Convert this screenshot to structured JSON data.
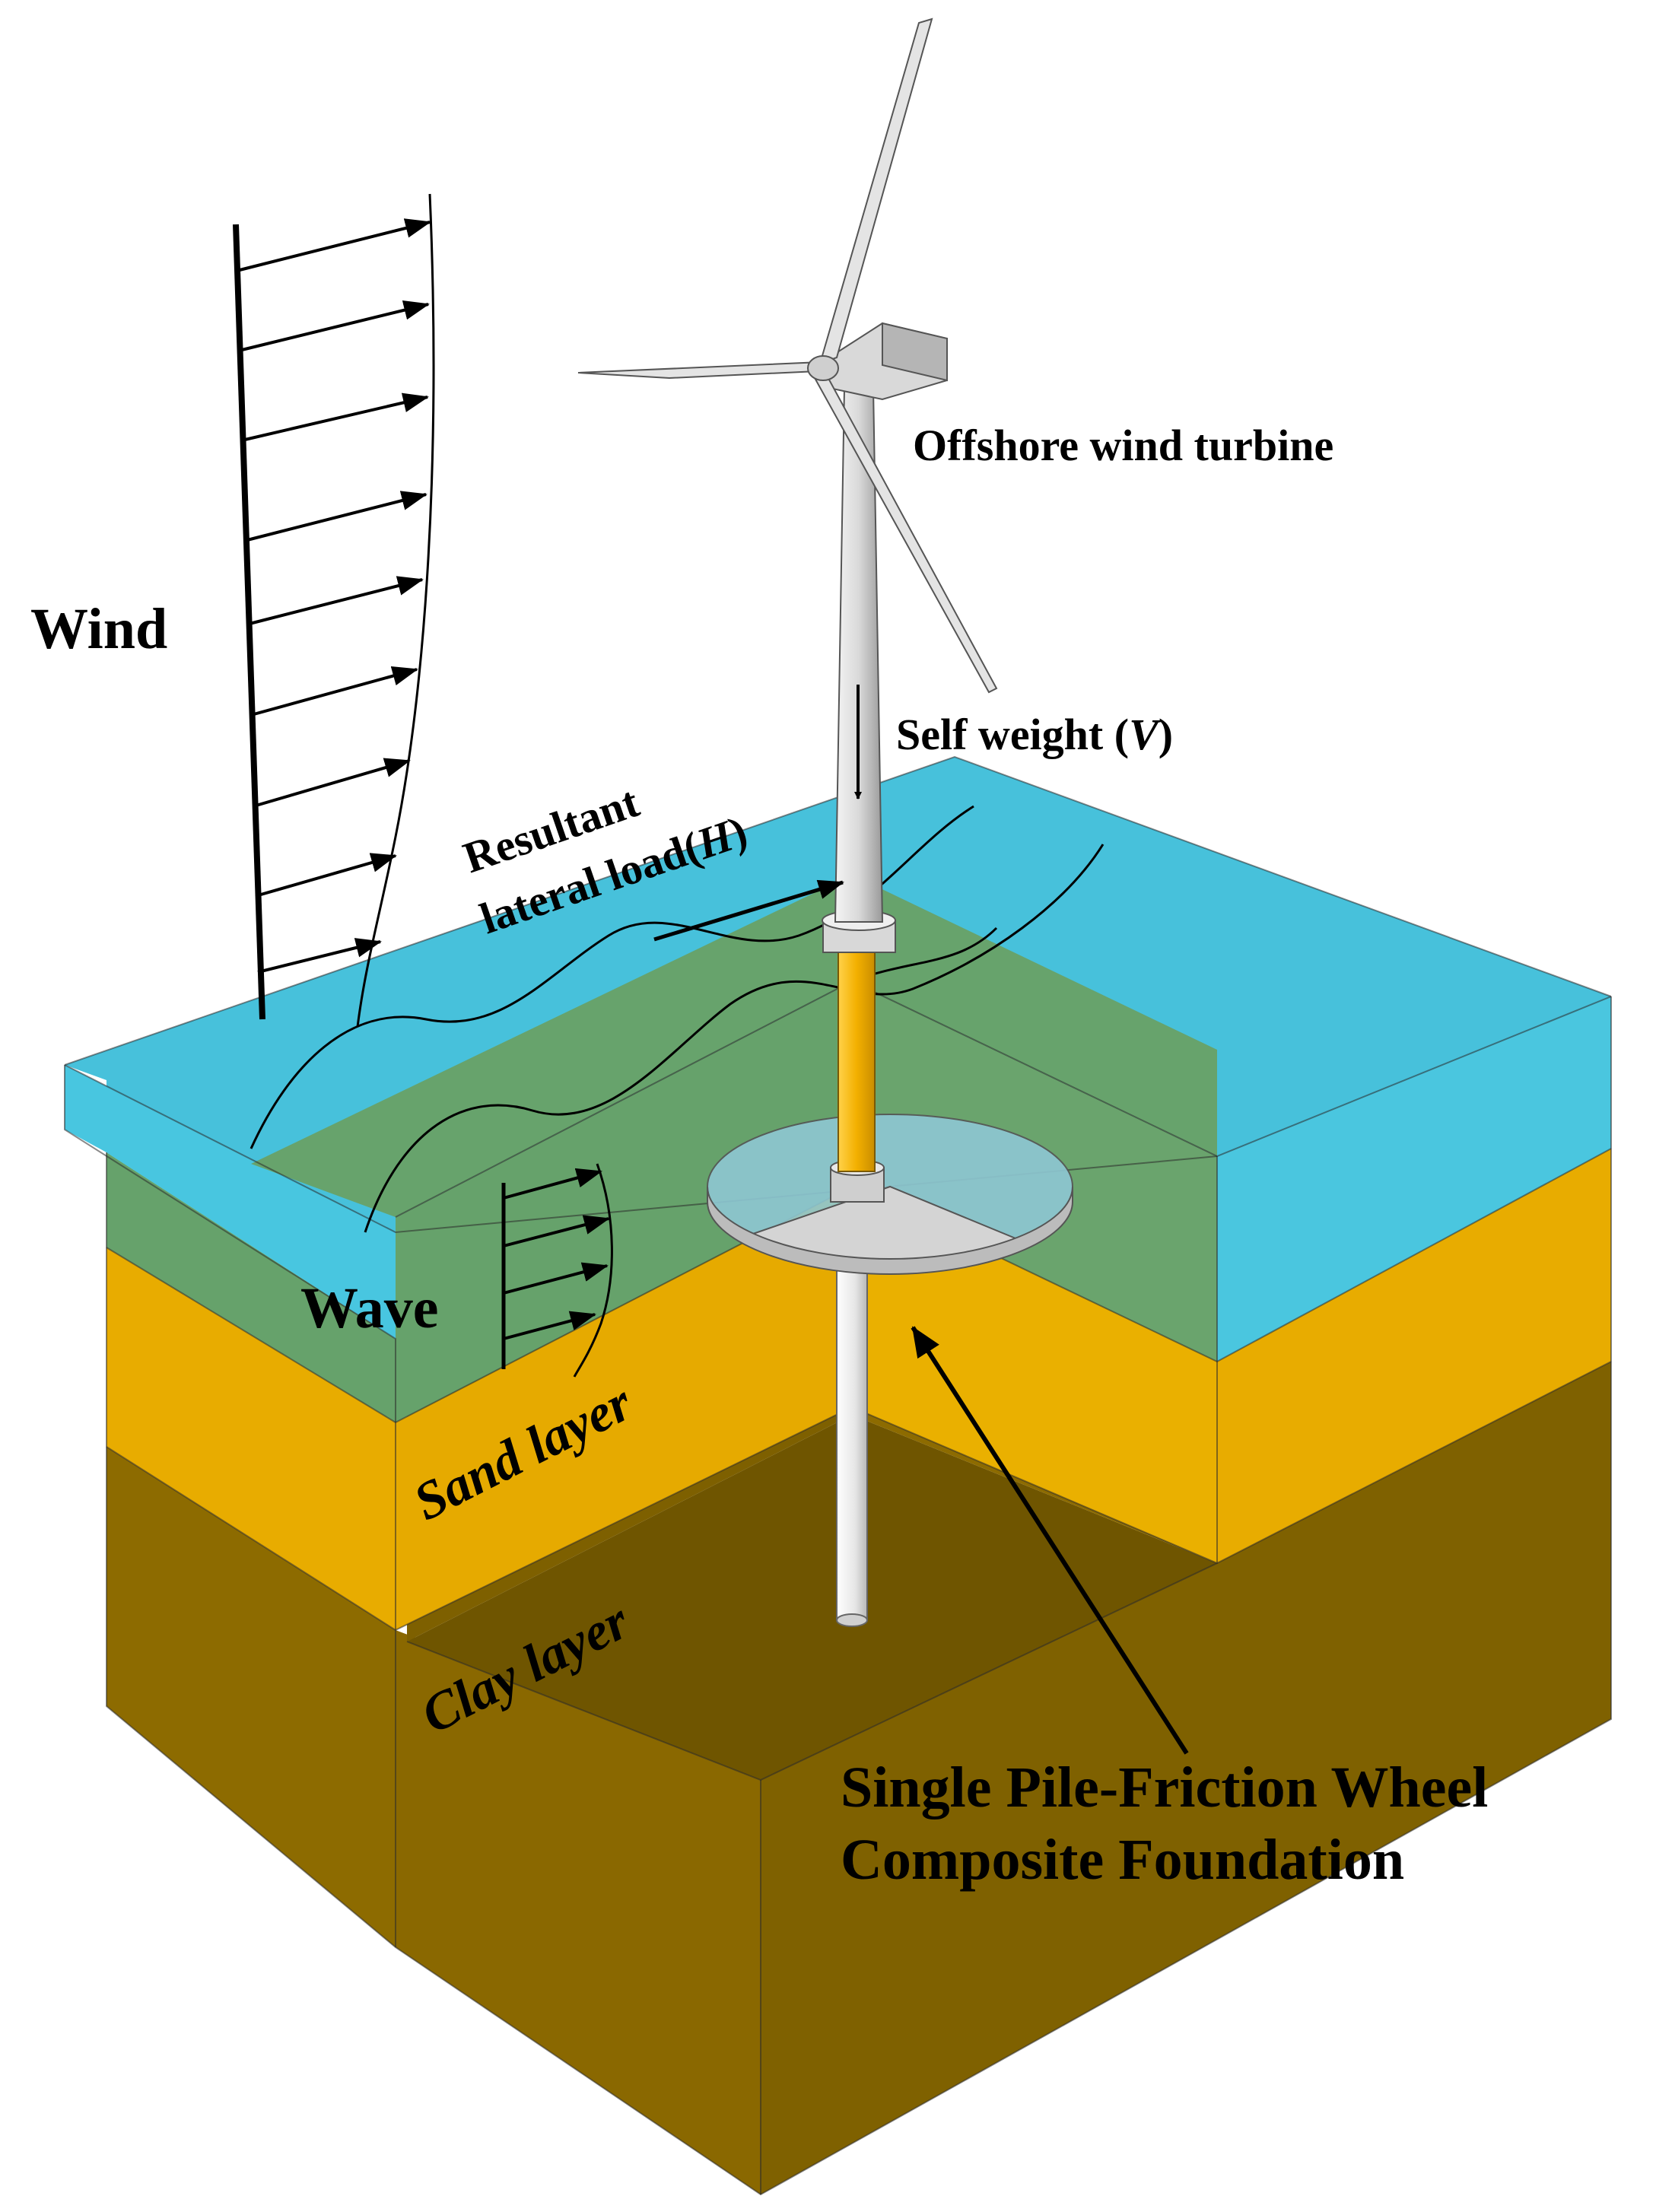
{
  "labels": {
    "wind": "Wind",
    "wave": "Wave",
    "turbine": "Offshore wind turbine",
    "self_weight_prefix": "Self weight (",
    "self_weight_var": "V",
    "self_weight_suffix": ")",
    "lateral_line1": "Resultant",
    "lateral_line2_prefix": "lateral load(",
    "lateral_line2_var": "H",
    "lateral_line2_suffix": ")",
    "sand": "Sand layer",
    "clay": "Clay layer",
    "foundation_line1": "Single Pile-Friction Wheel",
    "foundation_line2": "Composite Foundation"
  },
  "colors": {
    "water_top": "#4cbfd6",
    "water_side": "#47c8e2",
    "green_zone": "#67a36c",
    "sand": "#e8ac00",
    "clay": "#8b6a00",
    "clay_dark": "#6f5500",
    "pile_yellow": "#f5b400",
    "tower_grey": "#d6d6d6"
  }
}
